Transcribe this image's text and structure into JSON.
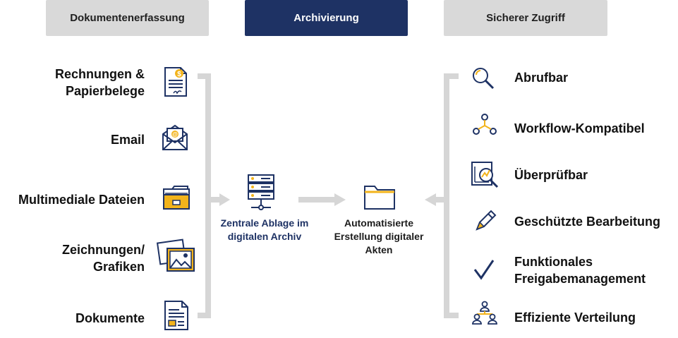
{
  "headers": {
    "capture": "Dokumentenerfassung",
    "archive": "Archivierung",
    "access": "Sicherer Zugriff"
  },
  "sources": [
    {
      "line1": "Rechnungen &",
      "line2": "Papierbelege",
      "icon": "invoice-icon"
    },
    {
      "line1": "Email",
      "line2": "",
      "icon": "email-icon"
    },
    {
      "line1": "Multimediale Dateien",
      "line2": "",
      "icon": "folder-icon"
    },
    {
      "line1": "Zeichnungen/",
      "line2": "Grafiken",
      "icon": "image-icon"
    },
    {
      "line1": "Dokumente",
      "line2": "",
      "icon": "document-icon"
    }
  ],
  "center": {
    "storage_line1": "Zentrale Ablage im",
    "storage_line2": "digitalen Archiv",
    "storage_icon": "server-icon",
    "files_line1": "Automatisierte",
    "files_line2": "Erstellung digitaler",
    "files_line3": "Akten",
    "files_icon": "folder-outline-icon"
  },
  "outputs": [
    {
      "line1": "Abrufbar",
      "line2": "",
      "icon": "magnifier-icon"
    },
    {
      "line1": "Workflow-Kompatibel",
      "line2": "",
      "icon": "workflow-icon"
    },
    {
      "line1": "Überprüfbar",
      "line2": "",
      "icon": "audit-icon"
    },
    {
      "line1": "Geschützte Bearbeitung",
      "line2": "",
      "icon": "pencil-icon"
    },
    {
      "line1": "Funktionales",
      "line2": "Freigabemanagement",
      "icon": "checkmark-icon"
    },
    {
      "line1": "Effiziente Verteilung",
      "line2": "",
      "icon": "team-icon"
    }
  ],
  "colors": {
    "navy": "#1e3264",
    "gold": "#f2b31b",
    "gray_box": "#d9d9d9",
    "connector": "#d6d6d6"
  }
}
